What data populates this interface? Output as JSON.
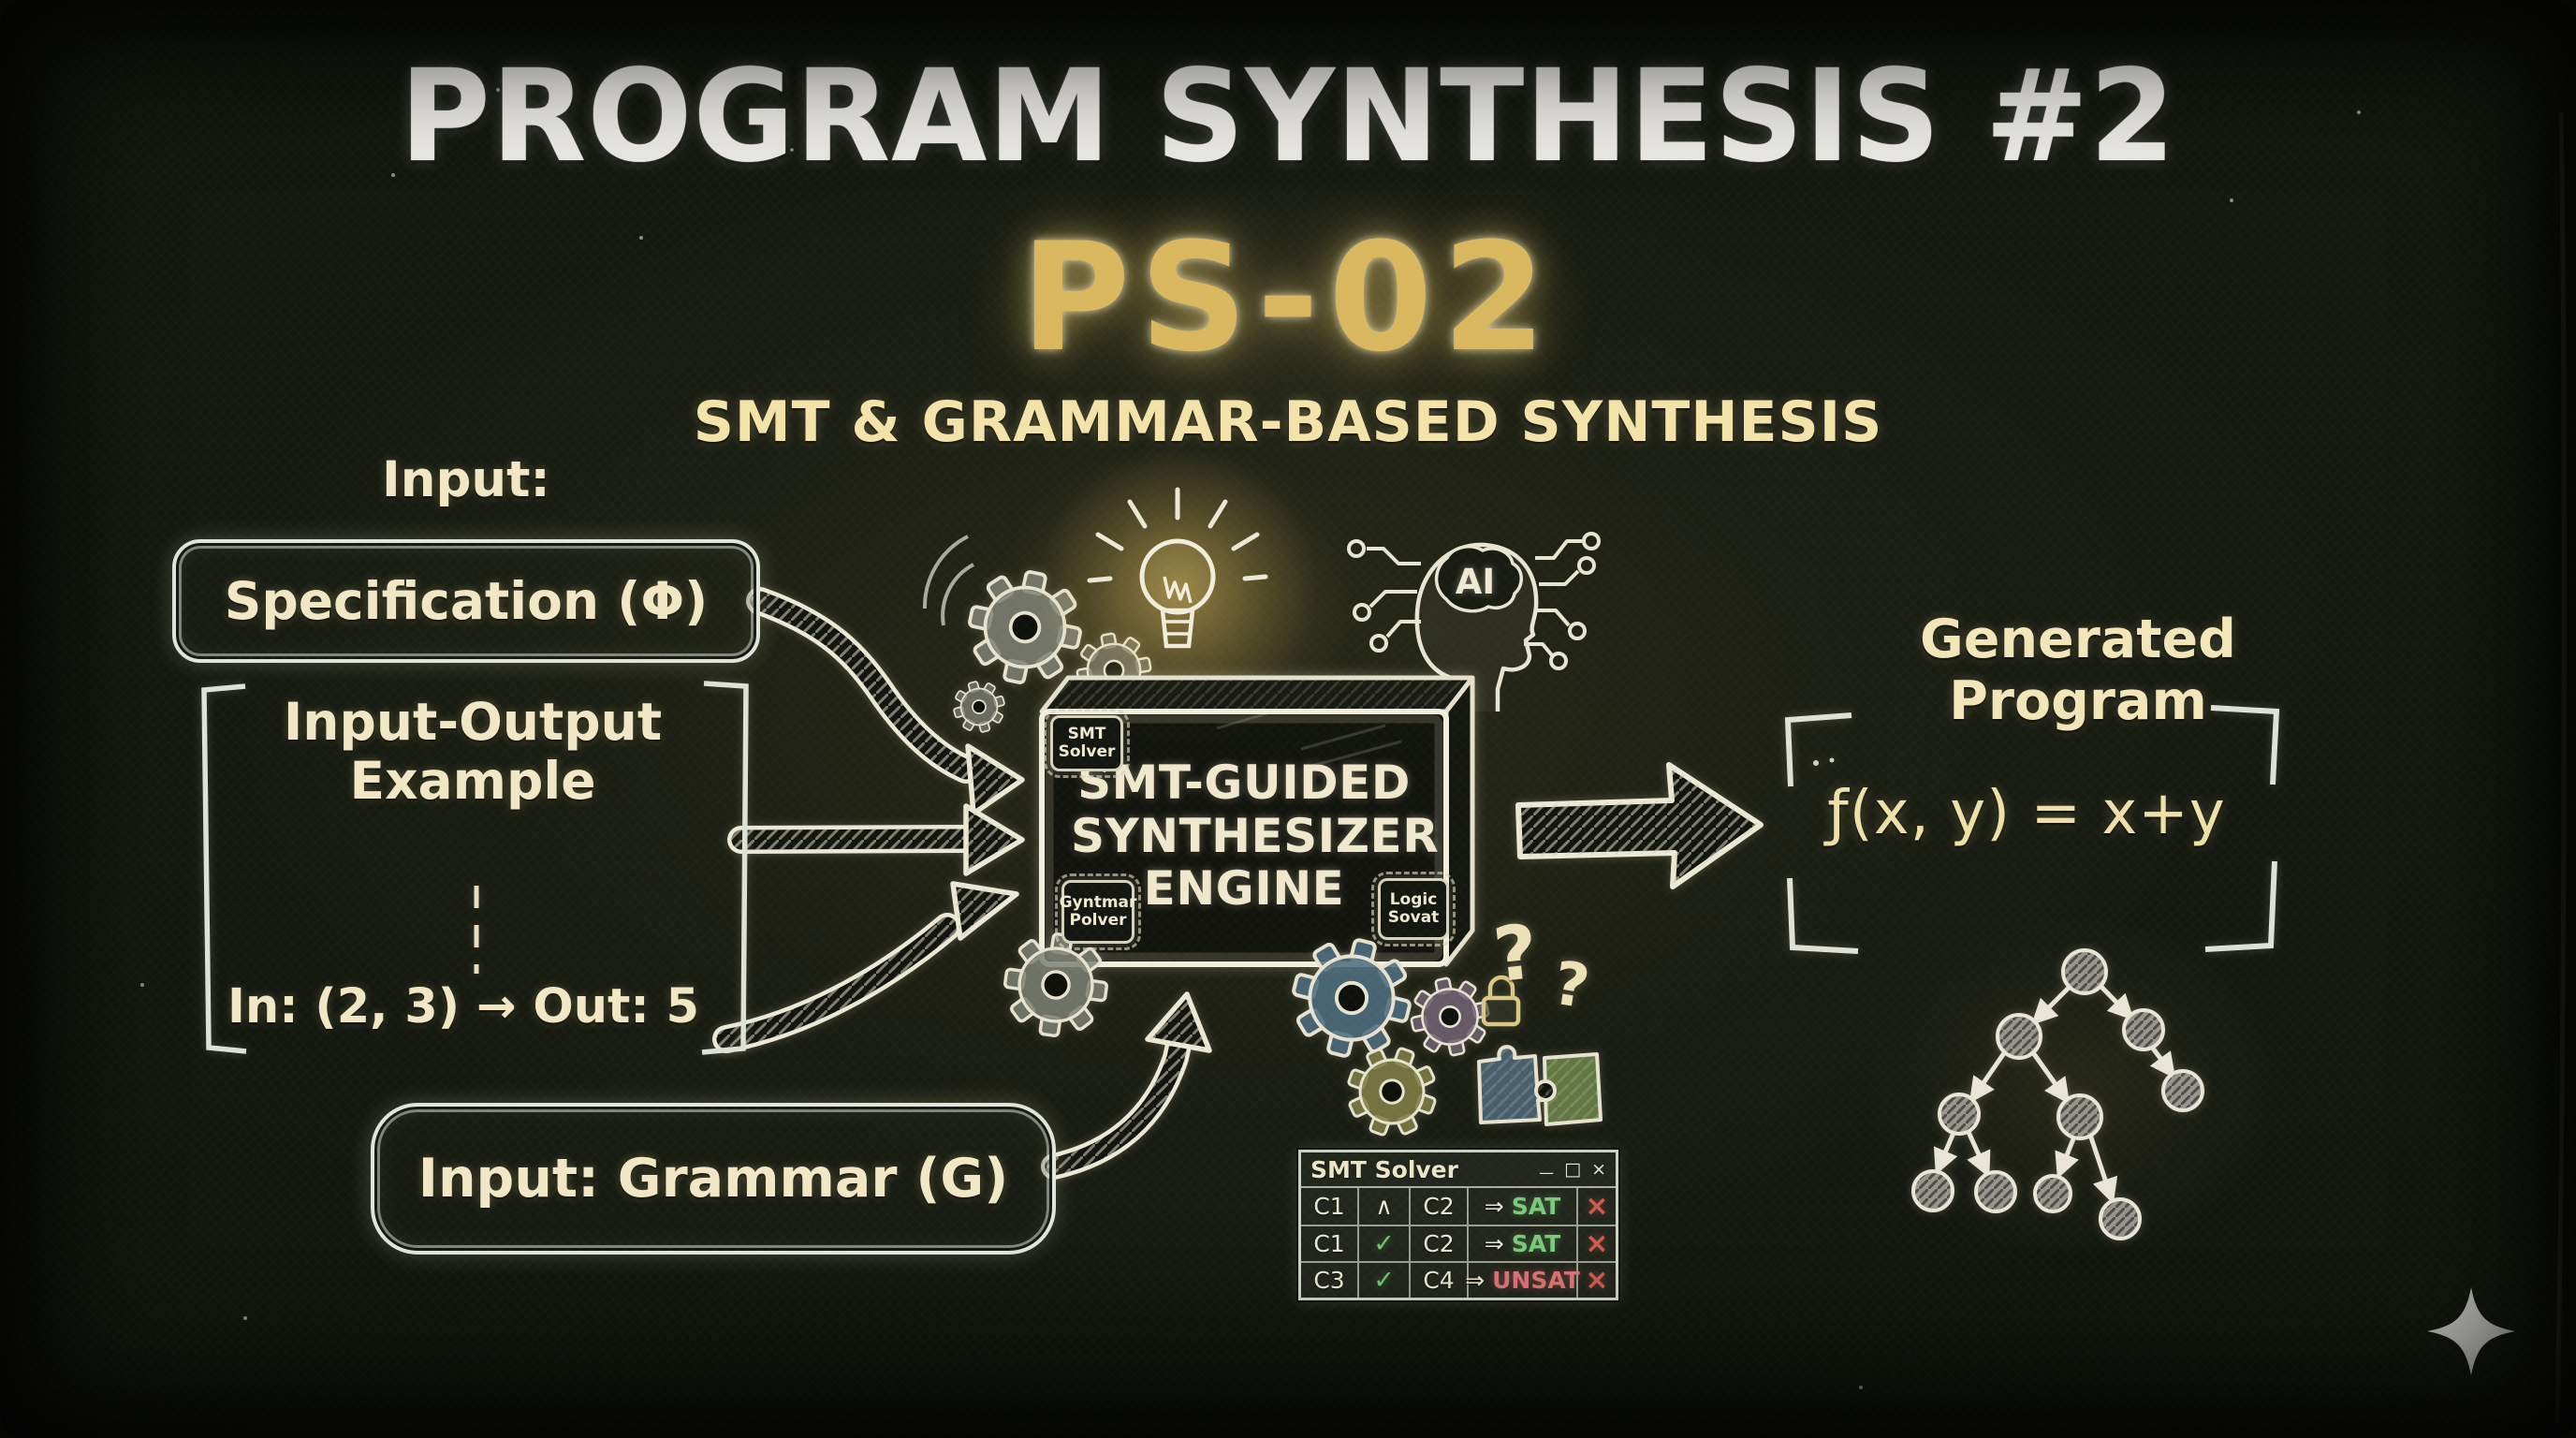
{
  "header": {
    "title": "PROGRAM SYNTHESIS #2",
    "code": "PS-02",
    "subtitle": "SMT & GRAMMAR-BASED SYNTHESIS"
  },
  "inputs": {
    "label": "Input:",
    "specification_label": "Specification (Φ)",
    "io_example": {
      "line1": "Input-Output",
      "line2": "Example",
      "example": "In: (2, 3) → Out: 5"
    },
    "grammar_label": "Input: Grammar (G)"
  },
  "engine": {
    "name_line1": "SMT-GUIDED",
    "name_line2": "SYNTHESIZER",
    "name_line3": "ENGINE",
    "chip_top_left": {
      "line1": "SMT",
      "line2": "Solver"
    },
    "chip_bottom_left": {
      "line1": "Gyntmar",
      "line2": "Polver"
    },
    "chip_bottom_right": {
      "line1": "Logic",
      "line2": "Sovat"
    },
    "ai_label": "AI"
  },
  "output": {
    "heading": "Generated Program",
    "formula": "ƒ(x, y) = x+y"
  },
  "solver_window": {
    "title": "SMT Solver",
    "controls": {
      "minimize": "—",
      "maximize": "□",
      "close": "×"
    },
    "rows": [
      {
        "lhs": "C1",
        "op": "∧",
        "rhs": "C2",
        "implies": "⇒",
        "result": "SAT",
        "status": "sat",
        "action": "×"
      },
      {
        "lhs": "C1",
        "op": "✓",
        "rhs": "C2",
        "implies": "⇒",
        "result": "SAT",
        "status": "sat",
        "action": "×"
      },
      {
        "lhs": "C3",
        "op": "✓",
        "rhs": "C4",
        "implies": "⇒",
        "result": "UNSAT",
        "status": "unsat",
        "action": "×"
      }
    ]
  },
  "doodles": {
    "question_marks": [
      "?",
      "?"
    ]
  },
  "icons": {
    "lightbulb": "glowing idea bulb above engine",
    "gears": "chalk gears around engine",
    "ai_head": "human head profile with AI brain and circuit traces",
    "colored_gears": "blue, purple and olive gears below engine",
    "padlock": "small gold padlock on purple gear",
    "puzzle_pieces": "blue and green interlocking puzzle pieces",
    "syntax_tree": "hatched-node derivation tree under generated program",
    "sparkle": "gray four-point star watermark bottom right"
  },
  "colors": {
    "board": "#11150d",
    "chalk_white": "#eceae6",
    "chalk_cream": "#f2e7c4",
    "gold": "#d9b75e",
    "pale_yellow": "#f3e3a9",
    "sat_green": "#7cc97b",
    "check_green": "#6ec86e",
    "unsat_red": "#d97272",
    "x_red": "#cd5a50"
  }
}
